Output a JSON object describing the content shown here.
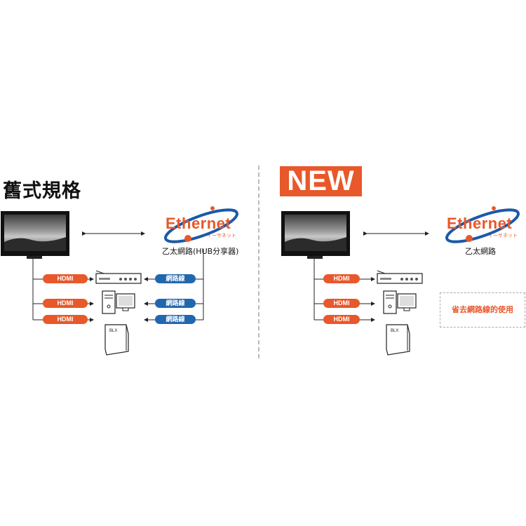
{
  "left_panel": {
    "title": "舊式規格",
    "hub_label": "乙太網路(HUB分享器)",
    "hdmi_labels": [
      "HDMI",
      "HDMI",
      "HDMI"
    ],
    "lan_labels": [
      "網路線",
      "網路線",
      "網路線"
    ]
  },
  "right_panel": {
    "badge": "NEW",
    "hub_label": "乙太網路",
    "hdmi_labels": [
      "HDMI",
      "HDMI",
      "HDMI"
    ],
    "benefit_text": "省去網路線的使用"
  },
  "ethernet_logo": {
    "word": "Ethernet",
    "katakana": "イーサネット"
  },
  "colors": {
    "accent_orange": "#e8582a",
    "cable_blue": "#2167b0",
    "logo_ring_blue": "#1a5aa8"
  }
}
